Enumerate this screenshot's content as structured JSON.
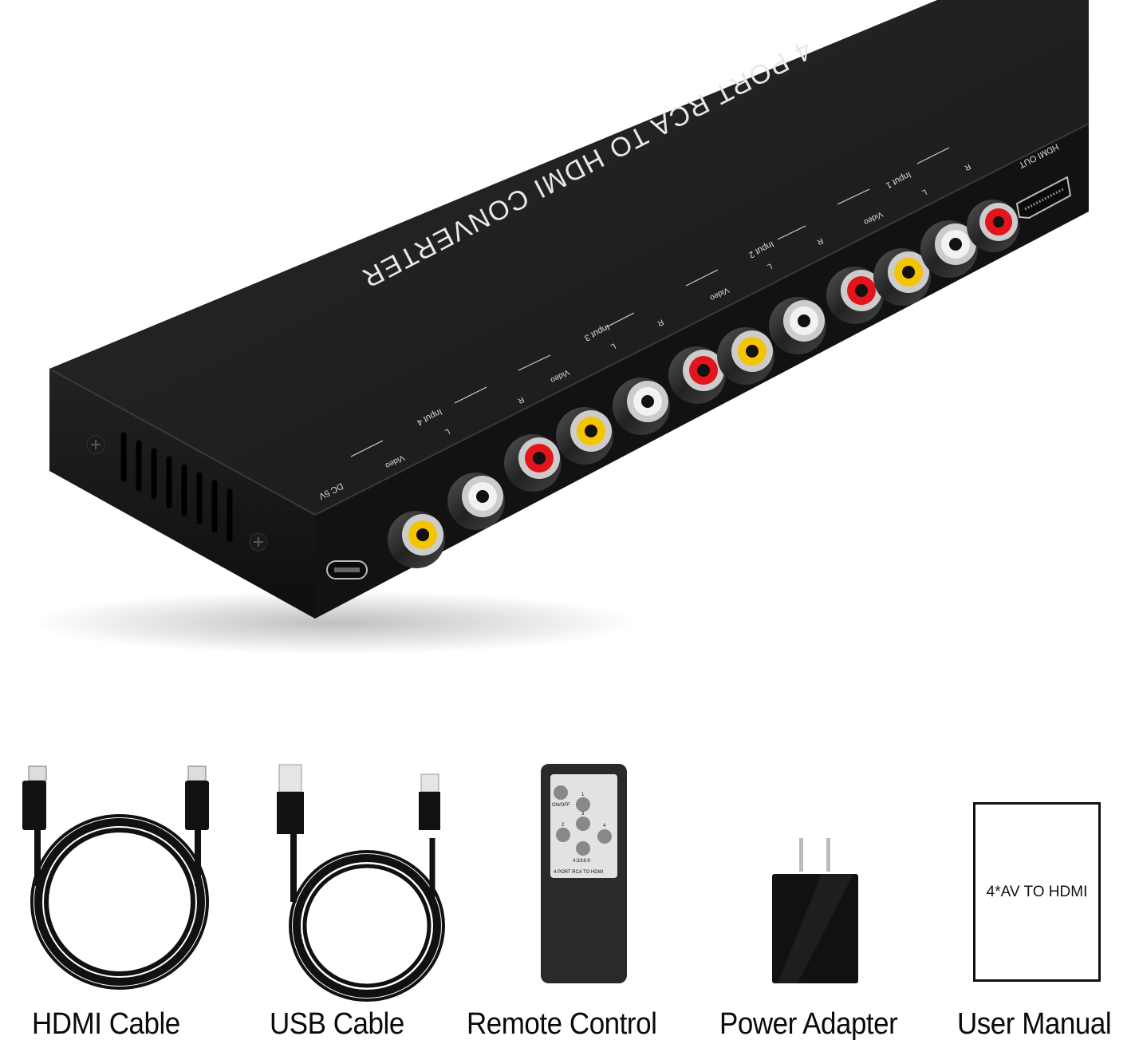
{
  "product": {
    "title": "4 PORT RCA TO HDMI CONVERTER",
    "colors": {
      "body": "#1c1c1c",
      "face": "#141414",
      "label_text": "#e8e8e8",
      "video_jack": "#f5c400",
      "audio_l_jack": "#f2f2f2",
      "audio_r_jack": "#e3141b"
    },
    "port_labels": {
      "hdmi_out": "HDMI OUT",
      "dc_power": "DC 5V",
      "video": "Video",
      "left": "L",
      "right": "R"
    },
    "inputs": [
      {
        "label": "Input 1"
      },
      {
        "label": "Input 2"
      },
      {
        "label": "Input 3"
      },
      {
        "label": "Input 4"
      }
    ]
  },
  "accessories": [
    {
      "id": "hdmi-cable",
      "caption": "HDMI Cable"
    },
    {
      "id": "usb-cable",
      "caption": "USB Cable"
    },
    {
      "id": "remote-control",
      "caption": "Remote Control"
    },
    {
      "id": "power-adapter",
      "caption": "Power Adapter"
    },
    {
      "id": "user-manual",
      "caption": "User Manual"
    }
  ],
  "remote": {
    "buttons": [
      "ON/OFF",
      "1",
      "2",
      "3",
      "4",
      "4:3/16:9"
    ],
    "panel_title": "4 PORT RCA TO HDMI"
  },
  "manual": {
    "cover_text": "4*AV TO HDMI"
  }
}
